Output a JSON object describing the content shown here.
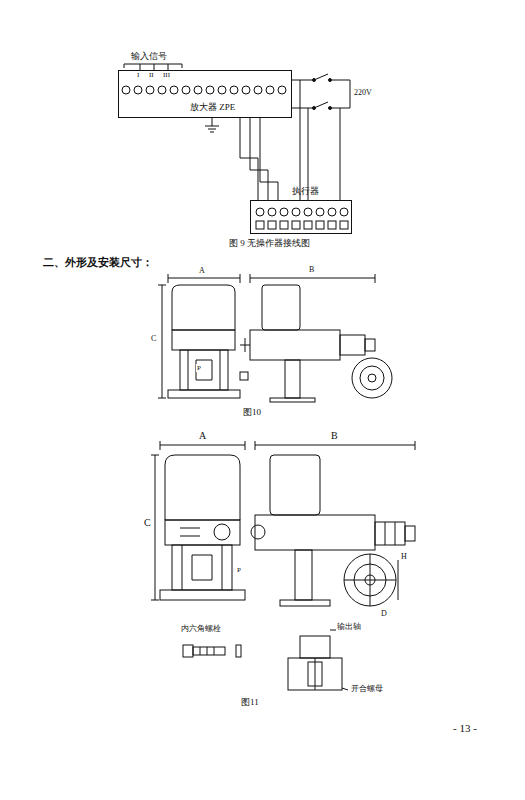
{
  "diagram": {
    "caption": "图 9 无操作器接线图",
    "nodes": [
      {
        "text": [
          "放大器 ZPE"
        ]
      },
      {
        "text": [
          "执行器"
        ]
      }
    ],
    "edges": [
      {
        "from": 0,
        "to": 1,
        "arrow": "none"
      },
      {
        "from": 0,
        "to": 1,
        "arrow": "none"
      },
      {
        "from": 0,
        "to": 1,
        "arrow": "none"
      }
    ],
    "labels": [
      "输入信号",
      "I",
      "II",
      "III",
      "220V",
      "二、外形及安装尺寸：",
      "A",
      "B",
      "C",
      "P",
      "图10",
      "A",
      "B",
      "C",
      "H",
      "D",
      "P",
      "内六角螺栓",
      "输出轴",
      "开合螺母",
      "图11",
      "- 13 -"
    ]
  }
}
